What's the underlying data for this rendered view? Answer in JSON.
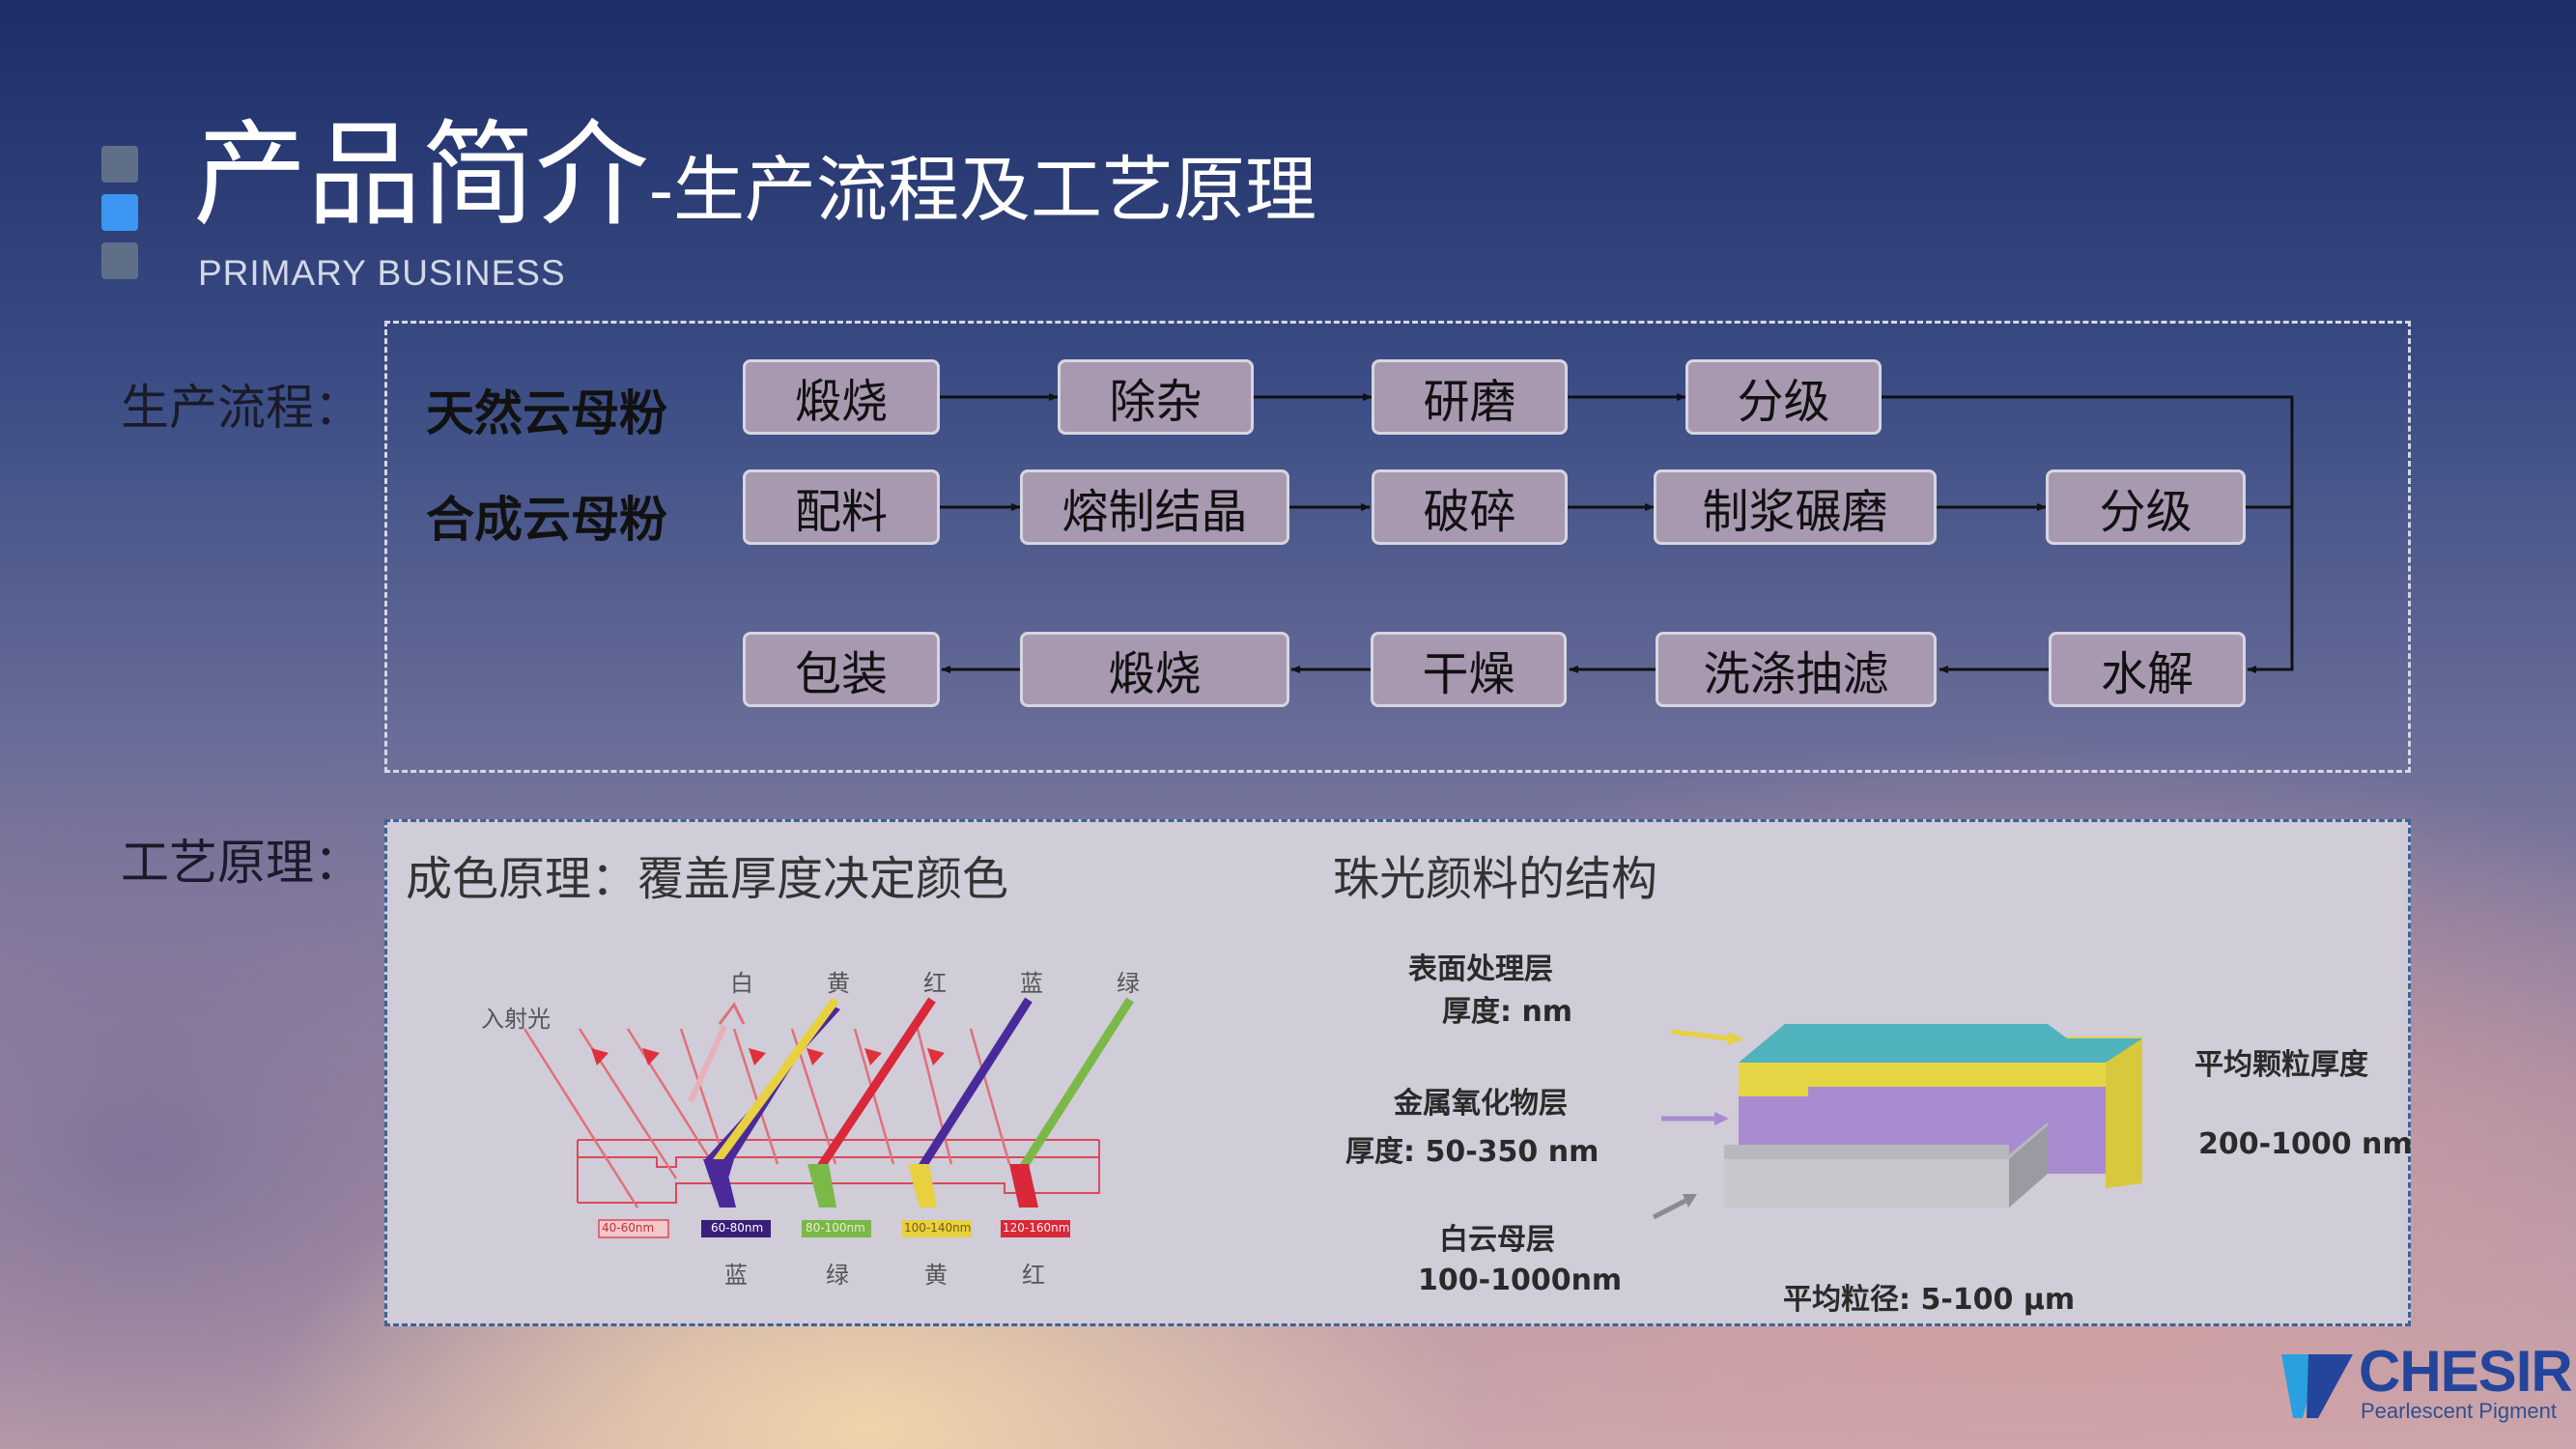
{
  "title": {
    "main": "产品简介",
    "sub": "-生产流程及工艺原理",
    "english": "PRIMARY BUSINESS"
  },
  "labels": {
    "process": "生产流程：",
    "principle": "工艺原理："
  },
  "flow": {
    "row1_label": "天然云母粉",
    "row2_label": "合成云母粉",
    "row1": [
      "煅烧",
      "除杂",
      "研磨",
      "分级"
    ],
    "row2": [
      "配料",
      "熔制结晶",
      "破碎",
      "制浆碾磨",
      "分级"
    ],
    "row3": [
      "包装",
      "煅烧",
      "干燥",
      "洗涤抽滤",
      "水解"
    ]
  },
  "principle": {
    "left_heading": "成色原理：覆盖厚度决定颜色",
    "right_heading": "珠光颜料的结构",
    "incident": "入射光",
    "top_colors": [
      "白",
      "黄",
      "红",
      "蓝",
      "绿"
    ],
    "bottom_colors": [
      "蓝",
      "绿",
      "黄",
      "红"
    ],
    "thickness": [
      "40-60nm",
      "60-80nm",
      "80-100nm",
      "100-140nm",
      "120-160nm"
    ],
    "layers": {
      "surface": "表面处理层",
      "surface_thickness": "厚度: nm",
      "oxide": "金属氧化物层",
      "oxide_thickness": "厚度: 50-350 nm",
      "mica": "白云母层",
      "mica_thickness": "100-1000nm",
      "avg_thickness": "平均颗粒厚度",
      "avg_thickness_value": "200-1000 nm",
      "avg_diameter": "平均粒径: 5-100 μm"
    }
  },
  "logo": {
    "name": "CHESIR",
    "tagline": "Pearlescent Pigment"
  },
  "colors": {
    "accent": "#3a96f0",
    "logo": "#23459c",
    "step_fill": "#a898b0",
    "panel_border": "#3e6296"
  }
}
